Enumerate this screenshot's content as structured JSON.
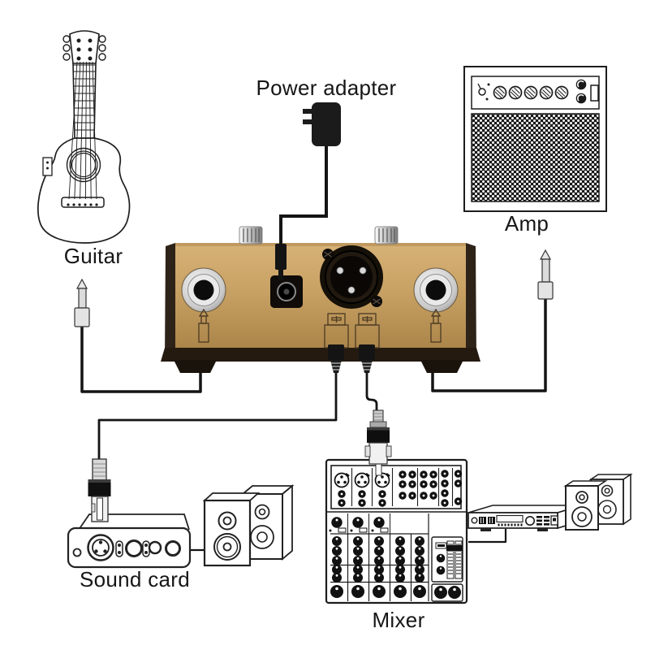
{
  "labels": {
    "guitar": "Guitar",
    "power_adapter": "Power adapter",
    "amp": "Amp",
    "sound_card": "Sound card",
    "mixer": "Mixer"
  },
  "diagram": {
    "description": "Connection diagram for an acoustic guitar preamp / DI box rear panel",
    "nodes": [
      {
        "id": "guitar",
        "label": "Guitar",
        "icon": "acoustic-guitar-icon"
      },
      {
        "id": "power-adapter",
        "label": "Power adapter",
        "icon": "wall-power-adapter-icon"
      },
      {
        "id": "amp",
        "label": "Amp",
        "icon": "guitar-amplifier-icon"
      },
      {
        "id": "preamp-di-box",
        "label": "",
        "icon": "preamp-rear-panel-photo"
      },
      {
        "id": "sound-card",
        "label": "Sound card",
        "icon": "audio-interface-icon"
      },
      {
        "id": "studio-monitors",
        "label": "",
        "icon": "speaker-pair-icon"
      },
      {
        "id": "mixer",
        "label": "Mixer",
        "icon": "mixing-console-icon"
      },
      {
        "id": "power-amplifier",
        "label": "",
        "icon": "rack-unit-icon"
      },
      {
        "id": "pa-speakers",
        "label": "",
        "icon": "speaker-pair-icon"
      }
    ],
    "connections": [
      {
        "from": "guitar",
        "to": "preamp-di-box",
        "cable": "quarter-inch instrument cable"
      },
      {
        "from": "power-adapter",
        "to": "preamp-di-box",
        "cable": "DC power cable"
      },
      {
        "from": "preamp-di-box",
        "to": "amp",
        "cable": "quarter-inch instrument cable"
      },
      {
        "from": "preamp-di-box",
        "to": "sound-card",
        "cable": "XLR cable"
      },
      {
        "from": "preamp-di-box",
        "to": "mixer",
        "cable": "XLR cable"
      },
      {
        "from": "sound-card",
        "to": "studio-monitors",
        "cable": "speaker cable"
      },
      {
        "from": "mixer",
        "to": "power-amplifier",
        "cable": "line cable"
      },
      {
        "from": "power-amplifier",
        "to": "pa-speakers",
        "cable": "speaker cable"
      }
    ]
  },
  "colors": {
    "background": "#ffffff",
    "line_art": "#1d1d1d",
    "label_text": "#161616",
    "preamp_body": "#c8a164",
    "preamp_frame": "#2a2017",
    "cable": "#141414"
  }
}
